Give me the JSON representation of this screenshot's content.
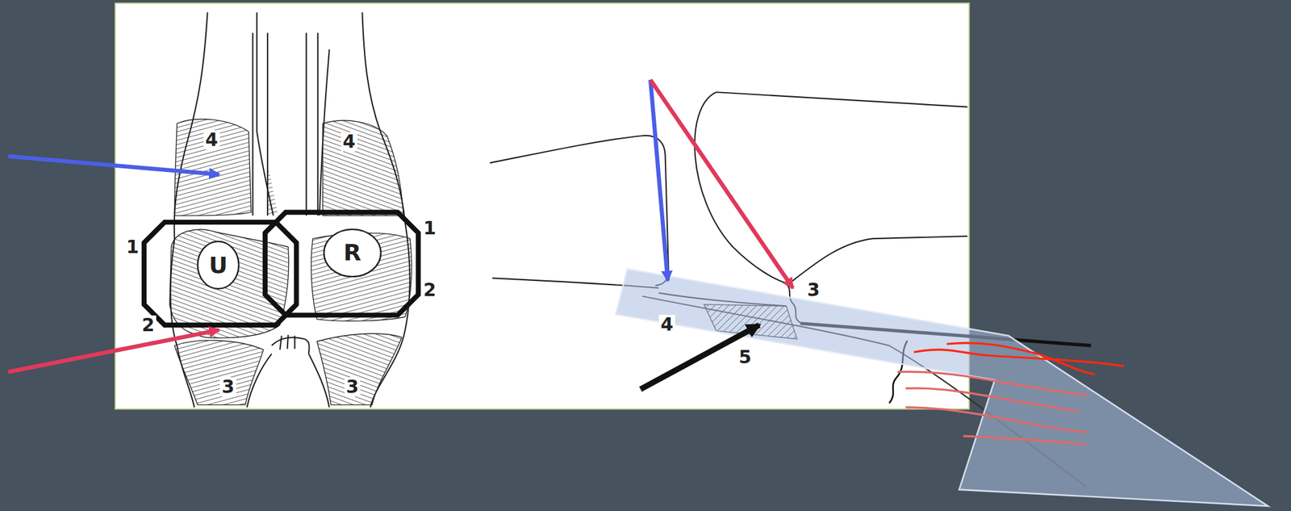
{
  "diagram": {
    "nodes": [
      {
        "text": [
          "U"
        ]
      },
      {
        "text": [
          "R"
        ]
      }
    ],
    "labels": [
      "4",
      "4",
      "1",
      "1",
      "2",
      "2",
      "3",
      "3",
      "3",
      "4",
      "5"
    ]
  }
}
